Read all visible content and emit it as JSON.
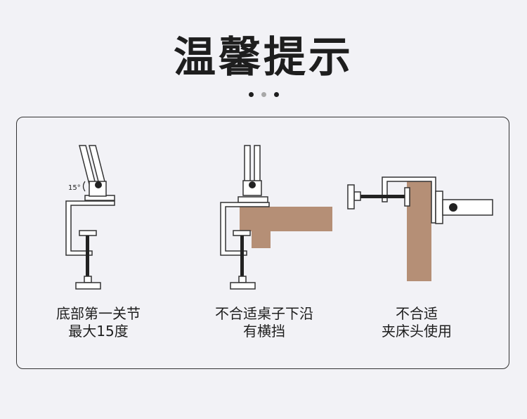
{
  "title": "温馨提示",
  "pager": {
    "total": 3,
    "active_index": 1
  },
  "colors": {
    "wood": "#b58f76",
    "line": "#333333",
    "background": "#f2f2f6"
  },
  "tips": [
    {
      "caption": "底部第一关节\n最大15度",
      "angle_label": "15°"
    },
    {
      "caption": "不合适桌子下沿\n有横挡"
    },
    {
      "caption": "不合适\n夹床头使用"
    }
  ]
}
